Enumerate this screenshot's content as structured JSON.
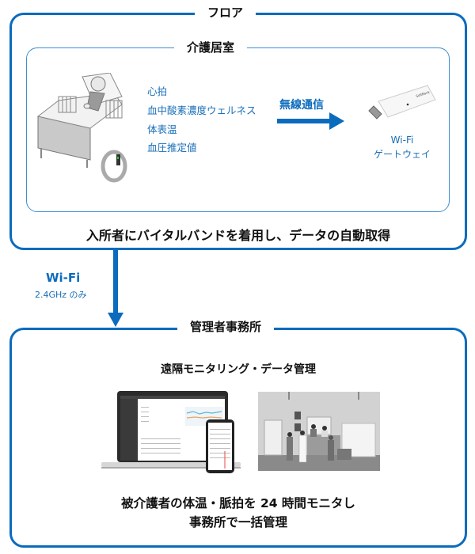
{
  "floor": {
    "title": "フロア",
    "room": {
      "title": "介護居室",
      "metrics": [
        "心拍",
        "血中酸素濃度ウェルネス",
        "体表温",
        "血圧推定値"
      ],
      "link_label": "無線通信",
      "gateway_label_line1": "Wi-Fi",
      "gateway_label_line2": "ゲートウェイ",
      "gateway_brand": "SoftBank"
    },
    "caption": "入所者にバイタルバンドを着用し、データの自動取得"
  },
  "connection": {
    "label": "Wi-Fi",
    "sublabel": "2.4GHz のみ"
  },
  "office": {
    "title": "管理者事務所",
    "subtitle": "遠隔モニタリング・データ管理",
    "caption_line1": "被介護者の体温・脈拍を 24 時間モニタし",
    "caption_line2": "事務所で一括管理"
  },
  "colors": {
    "accent": "#0b6bbd",
    "inner_border": "#3d8fd1",
    "text_blue": "#1a6fb8"
  }
}
